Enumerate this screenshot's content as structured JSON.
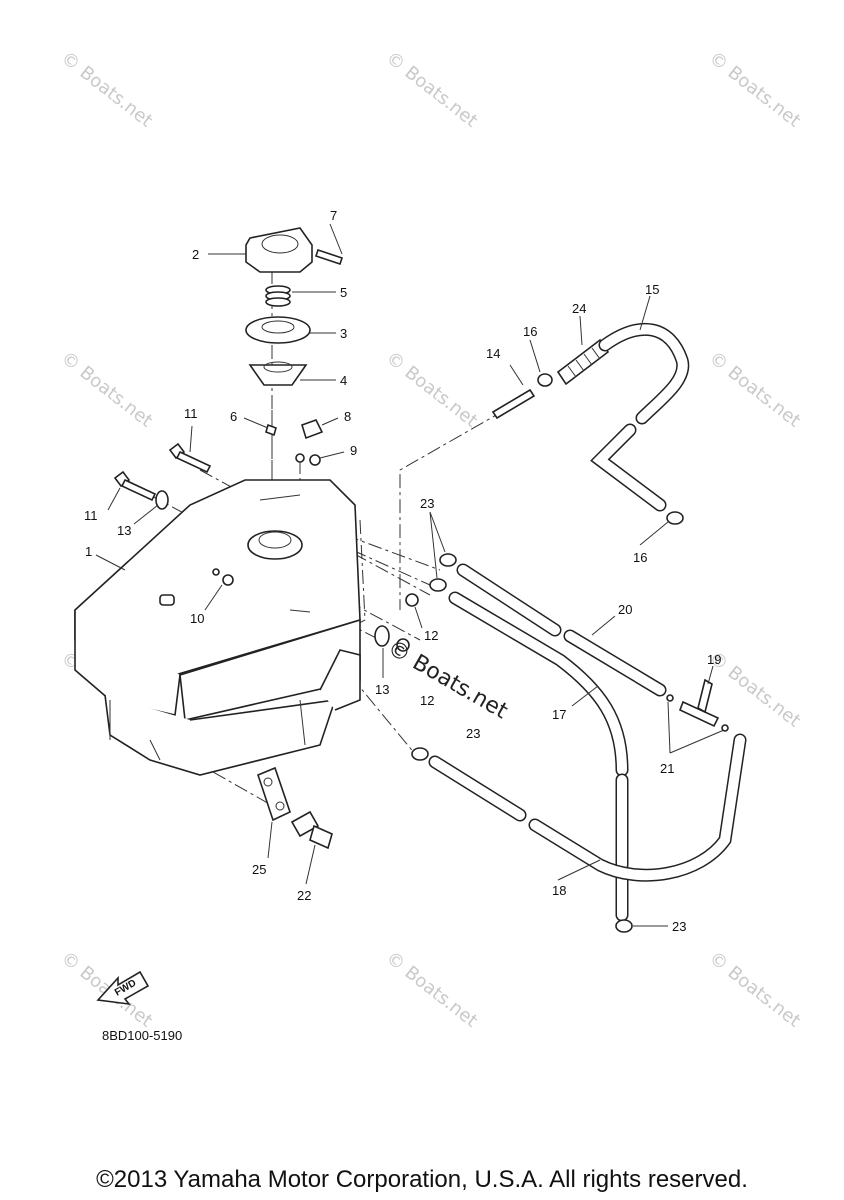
{
  "diagram_code": "8BD100-5190",
  "fwd_label": "FWD",
  "watermark_text": "© Boats.net",
  "center_watermark_text": "© Boats.net",
  "copyright": "©2013 Yamaha Motor Corporation, U.S.A. All rights reserved.",
  "callouts": {
    "c1": "1",
    "c2": "2",
    "c3": "3",
    "c4": "4",
    "c5": "5",
    "c6": "6",
    "c7": "7",
    "c8": "8",
    "c9": "9",
    "c10": "10",
    "c11a": "11",
    "c11b": "11",
    "c12a": "12",
    "c12b": "12",
    "c13a": "13",
    "c13b": "13",
    "c14": "14",
    "c15": "15",
    "c16a": "16",
    "c16b": "16",
    "c17": "17",
    "c18": "18",
    "c19": "19",
    "c20": "20",
    "c21": "21",
    "c22": "22",
    "c23a": "23",
    "c23b": "23",
    "c23c": "23",
    "c24": "24",
    "c25": "25"
  }
}
